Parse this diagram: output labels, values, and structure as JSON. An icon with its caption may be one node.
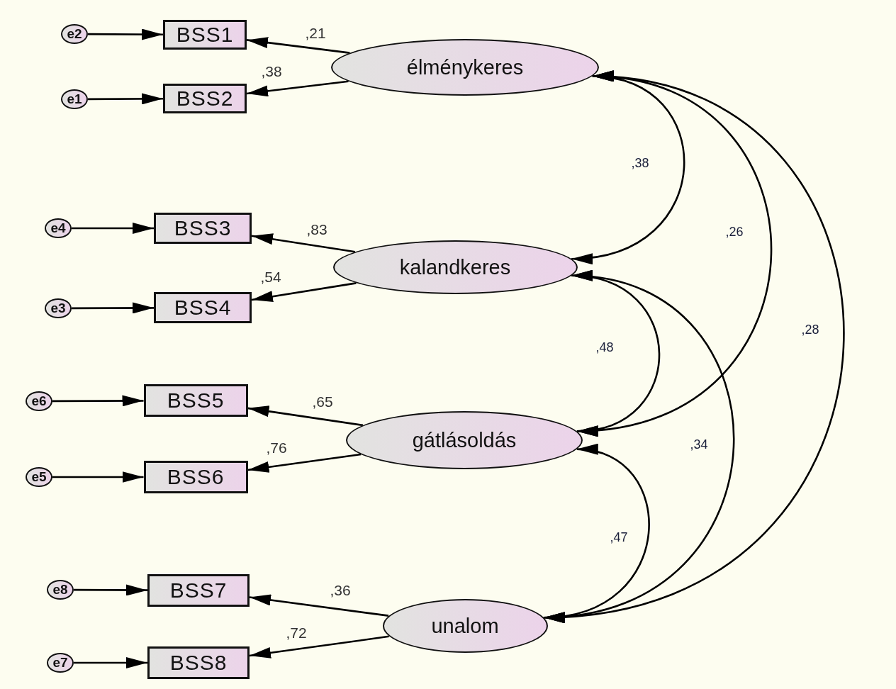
{
  "diagram": {
    "nodes": [
      {
        "text": [
          "e2"
        ]
      },
      {
        "text": [
          "BSS1"
        ]
      },
      {
        "text": [
          "élménykeres"
        ]
      },
      {
        "text": [
          "e1"
        ]
      },
      {
        "text": [
          "BSS2"
        ]
      },
      {
        "text": [
          "e4"
        ]
      },
      {
        "text": [
          "BSS3"
        ]
      },
      {
        "text": [
          "kalandkeres"
        ]
      },
      {
        "text": [
          "e3"
        ]
      },
      {
        "text": [
          "BSS4"
        ]
      },
      {
        "text": [
          "e6"
        ]
      },
      {
        "text": [
          "BSS5"
        ]
      },
      {
        "text": [
          "gátlásoldás"
        ]
      },
      {
        "text": [
          "e5"
        ]
      },
      {
        "text": [
          "BSS6"
        ]
      },
      {
        "text": [
          "e8"
        ]
      },
      {
        "text": [
          "BSS7"
        ]
      },
      {
        "text": [
          "unalom"
        ]
      },
      {
        "text": [
          "e7"
        ]
      },
      {
        "text": [
          "BSS8"
        ]
      }
    ],
    "edges": [
      {
        "from": 0,
        "to": 1,
        "arrow": "to"
      },
      {
        "from": 2,
        "to": 1,
        "arrow": "to",
        "label": ",21"
      },
      {
        "from": 3,
        "to": 4,
        "arrow": "to"
      },
      {
        "from": 2,
        "to": 4,
        "arrow": "to",
        "label": ",38"
      },
      {
        "from": 5,
        "to": 6,
        "arrow": "to"
      },
      {
        "from": 7,
        "to": 6,
        "arrow": "to",
        "label": ",83"
      },
      {
        "from": 8,
        "to": 9,
        "arrow": "to"
      },
      {
        "from": 7,
        "to": 9,
        "arrow": "to",
        "label": ",54"
      },
      {
        "from": 10,
        "to": 11,
        "arrow": "to"
      },
      {
        "from": 12,
        "to": 11,
        "arrow": "to",
        "label": ",65"
      },
      {
        "from": 13,
        "to": 14,
        "arrow": "to"
      },
      {
        "from": 12,
        "to": 14,
        "arrow": "to",
        "label": ",76"
      },
      {
        "from": 15,
        "to": 16,
        "arrow": "to"
      },
      {
        "from": 17,
        "to": 16,
        "arrow": "to",
        "label": ",36"
      },
      {
        "from": 18,
        "to": 19,
        "arrow": "to"
      },
      {
        "from": 17,
        "to": 19,
        "arrow": "to",
        "label": ",72"
      },
      {
        "from": 2,
        "to": 7,
        "arrow": "both",
        "label": ",38"
      },
      {
        "from": 2,
        "to": 12,
        "arrow": "both",
        "label": ",26"
      },
      {
        "from": 2,
        "to": 17,
        "arrow": "both",
        "label": ",28"
      },
      {
        "from": 7,
        "to": 12,
        "arrow": "both",
        "label": ",48"
      },
      {
        "from": 7,
        "to": 17,
        "arrow": "both",
        "label": ",34"
      },
      {
        "from": 12,
        "to": 17,
        "arrow": "both",
        "label": ",47"
      }
    ]
  }
}
